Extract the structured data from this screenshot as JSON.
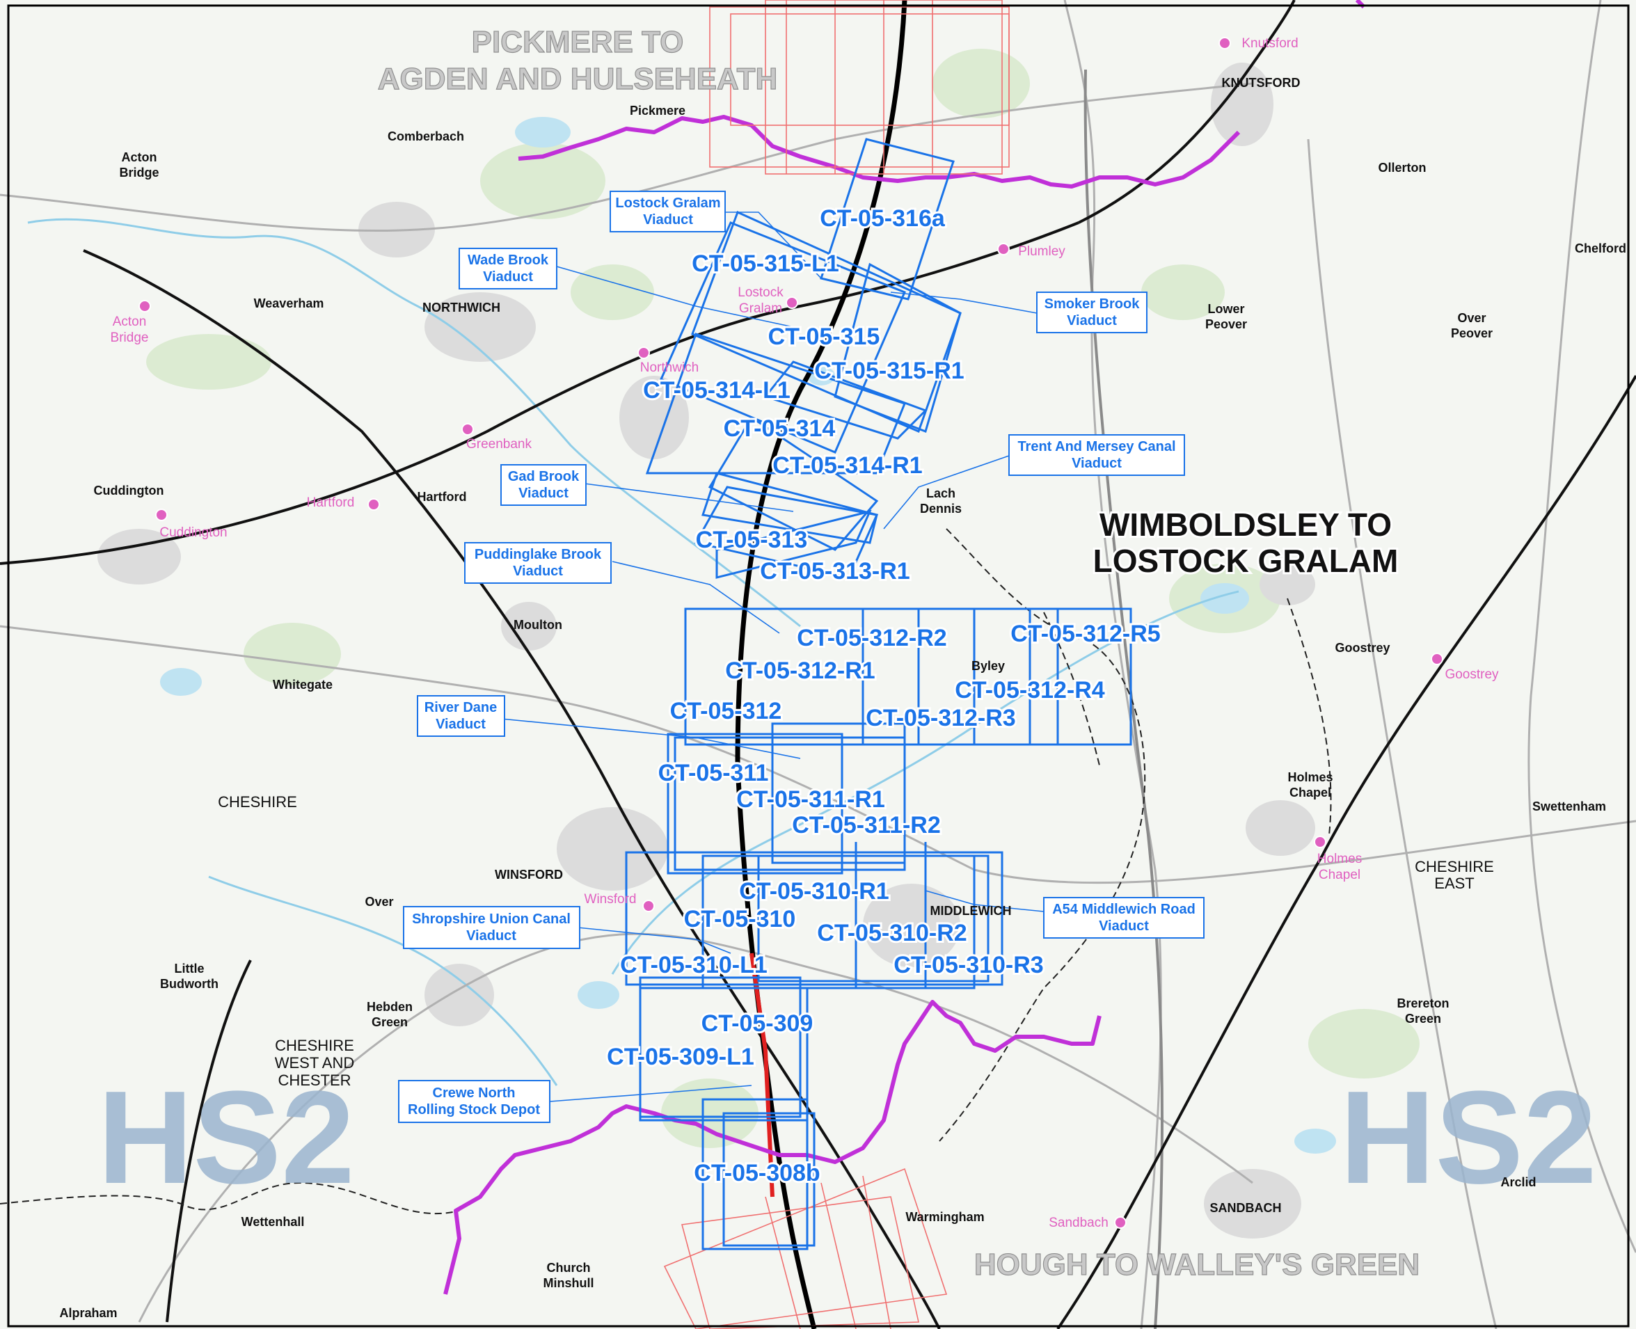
{
  "watermark": "HS2",
  "area_labels": {
    "north_line1": "PICKMERE TO",
    "north_line2": "AGDEN AND HULSEHEATH",
    "main_line1": "WIMBOLDSLEY TO",
    "main_line2": "LOSTOCK GRALAM",
    "south": "HOUGH TO WALLEY'S GREEN"
  },
  "sheets": {
    "s316a": "CT-05-316a",
    "s315L1": "CT-05-315-L1",
    "s315": "CT-05-315",
    "s315R1": "CT-05-315-R1",
    "s314L1": "CT-05-314-L1",
    "s314": "CT-05-314",
    "s314R1": "CT-05-314-R1",
    "s313": "CT-05-313",
    "s313R1": "CT-05-313-R1",
    "s312R2": "CT-05-312-R2",
    "s312R5": "CT-05-312-R5",
    "s312R1": "CT-05-312-R1",
    "s312R4": "CT-05-312-R4",
    "s312": "CT-05-312",
    "s312R3": "CT-05-312-R3",
    "s311": "CT-05-311",
    "s311R1": "CT-05-311-R1",
    "s311R2": "CT-05-311-R2",
    "s310R1": "CT-05-310-R1",
    "s310": "CT-05-310",
    "s310R2": "CT-05-310-R2",
    "s310L1": "CT-05-310-L1",
    "s310R3": "CT-05-310-R3",
    "s309": "CT-05-309",
    "s309L1": "CT-05-309-L1",
    "s308b": "CT-05-308b"
  },
  "callouts": {
    "lostock_1": "Lostock Gralam",
    "lostock_2": "Viaduct",
    "wade_1": "Wade Brook",
    "wade_2": "Viaduct",
    "smoker_1": "Smoker Brook",
    "smoker_2": "Viaduct",
    "trent_1": "Trent And Mersey Canal",
    "trent_2": "Viaduct",
    "gad_1": "Gad Brook",
    "gad_2": "Viaduct",
    "pudding_1": "Puddinglake Brook",
    "pudding_2": "Viaduct",
    "dane_1": "River Dane",
    "dane_2": "Viaduct",
    "a54_1": "A54 Middlewich Road",
    "a54_2": "Viaduct",
    "shrop_1": "Shropshire Union Canal",
    "shrop_2": "Viaduct",
    "crewe_1": "Crewe North",
    "crewe_2": "Rolling Stock Depot"
  },
  "places": {
    "pickmere": "Pickmere",
    "comberbach": "Comberbach",
    "acton_1": "Acton",
    "acton_2": "Bridge",
    "knutsford": "KNUTSFORD",
    "ollerton": "Ollerton",
    "chelford": "Chelford",
    "weaverham": "Weaverham",
    "northwich": "NORTHWICH",
    "lower_1": "Lower",
    "lower_2": "Peover",
    "over_1": "Over",
    "over_2": "Peover",
    "cuddington": "Cuddington",
    "hartford": "Hartford",
    "lach_1": "Lach",
    "lach_2": "Dennis",
    "moulton": "Moulton",
    "goostrey": "Goostrey",
    "byley": "Byley",
    "whitegate": "Whitegate",
    "cheshire": "CHESHIRE",
    "holmes_1": "Holmes",
    "holmes_2": "Chapel",
    "swettenham": "Swettenham",
    "winsford": "WINSFORD",
    "over": "Over",
    "middlewich": "MIDDLEWICH",
    "cheshire_east_1": "CHESHIRE",
    "cheshire_east_2": "EAST",
    "little_1": "Little",
    "little_2": "Budworth",
    "hebden_1": "Hebden",
    "hebden_2": "Green",
    "cwac_1": "CHESHIRE",
    "cwac_2": "WEST AND",
    "cwac_3": "CHESTER",
    "brereton_1": "Brereton",
    "brereton_2": "Green",
    "wettenhall": "Wettenhall",
    "warmingham": "Warmingham",
    "sandbach": "SANDBACH",
    "arclid": "Arclid",
    "church_1": "Church",
    "church_2": "Minshull",
    "alpraham": "Alpraham"
  },
  "stations": {
    "knutsford": "Knutsford",
    "plumley": "Plumley",
    "lostock_1": "Lostock",
    "lostock_2": "Gralam",
    "northwich": "Northwich",
    "acton_1": "Acton",
    "acton_2": "Bridge",
    "greenbank": "Greenbank",
    "hartford": "Hartford",
    "cuddington": "Cuddington",
    "goostrey": "Goostrey",
    "holmes_1": "Holmes",
    "holmes_2": "Chapel",
    "winsford": "Winsford",
    "sandbach": "Sandbach"
  },
  "colors": {
    "sheet_blue": "#1a73e8",
    "boundary_magenta": "#c030d8",
    "station_pink": "#e060c0",
    "railway": "#111111"
  }
}
